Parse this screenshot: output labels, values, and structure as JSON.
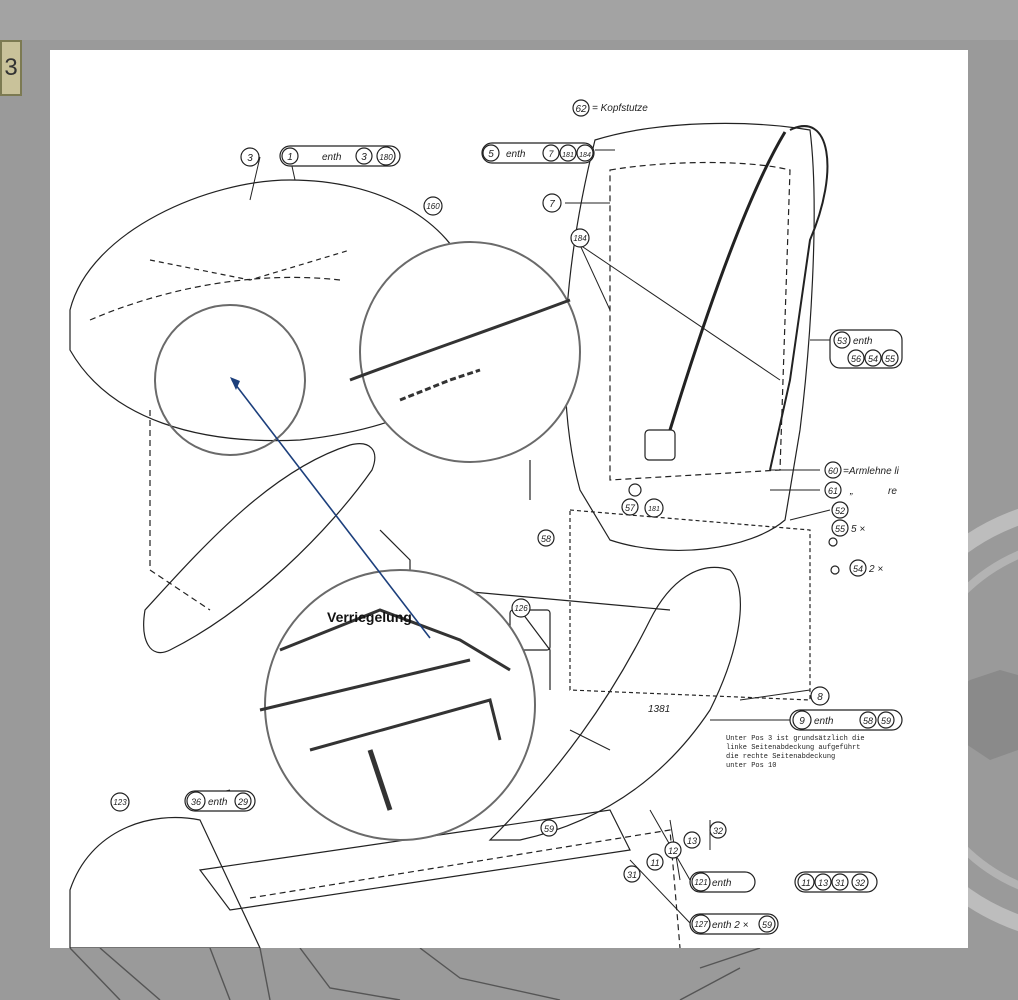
{
  "page": {
    "badge": "3"
  },
  "drawing": {
    "head_rest": "= Kopfstutze",
    "callout": "Verriegelung",
    "armrest_left": "=Armlehne li",
    "armrest_right_mark": "„",
    "armrest_right": "re",
    "five_x": "5 ×",
    "two_x": "2 ×",
    "enth": "enth",
    "enth_2x": "enth 2 ×",
    "note_lines": [
      "Unter Pos 3 ist grundsätzlich die",
      "linke Seitenabdeckung aufgeführt",
      "die rechte Seitenabdeckung",
      "unter Pos 10"
    ],
    "labels": {
      "p1": "1",
      "p3": "3",
      "p5": "5",
      "p7": "7",
      "p8": "8",
      "p9": "9",
      "p11": "11",
      "p12": "12",
      "p13": "13",
      "p29": "29",
      "p31": "31",
      "p32": "32",
      "p36": "36",
      "p52": "52",
      "p53": "53",
      "p54": "54",
      "p55": "55",
      "p56": "56",
      "p57": "57",
      "p58": "58",
      "p59": "59",
      "p60": "60",
      "p61": "61",
      "p62": "62",
      "p121": "121",
      "p123": "123",
      "p126": "126",
      "p127": "127",
      "p160": "160",
      "p180": "180",
      "p181": "181",
      "p184": "184"
    },
    "stamp_seat": "1381"
  },
  "colors": {
    "arrow": "#1c3f7c",
    "ink": "#222222",
    "paper": "#ffffff",
    "backdrop": "#9a9a9a"
  }
}
